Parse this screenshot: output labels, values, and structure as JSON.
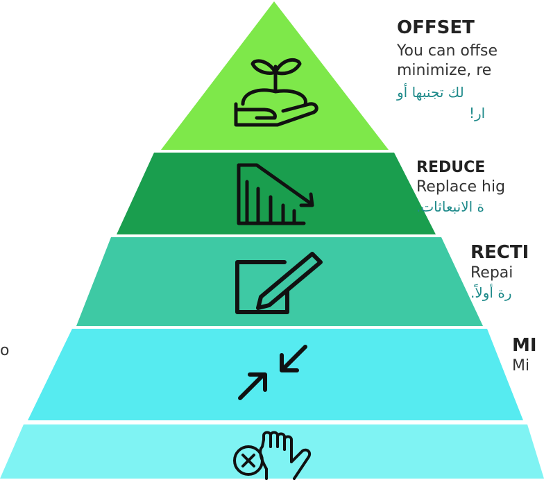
{
  "layers": [
    {
      "id": "offset",
      "title": "OFFSET",
      "description_lines": [
        "You can offse",
        "minimize, re"
      ],
      "arabic_lines": [
        "لك تجنبها أو",
        "ار!"
      ],
      "icon": "plant-in-hand-icon",
      "color": "#7ee84a"
    },
    {
      "id": "reduce",
      "title": "REDUCE",
      "description_lines": [
        "Replace hig"
      ],
      "arabic_lines": [
        "ة الانبعاثات."
      ],
      "icon": "declining-chart-icon",
      "color": "#1a9e4e"
    },
    {
      "id": "rectify",
      "title": "RECTI",
      "description_lines": [
        "Repai"
      ],
      "arabic_lines": [
        "رة أولاً."
      ],
      "icon": "edit-pencil-icon",
      "color": "#3ec9a4"
    },
    {
      "id": "minimize",
      "title": "MI",
      "description_lines": [
        "Mi"
      ],
      "arabic_lines": [],
      "icon": "minimize-arrows-icon",
      "color": "#56ebf0"
    },
    {
      "id": "avoid",
      "title": "",
      "description_lines": [],
      "arabic_lines": [],
      "icon": "stop-hand-icon",
      "color": "#7ff3f3"
    }
  ],
  "left_fragment": "o"
}
